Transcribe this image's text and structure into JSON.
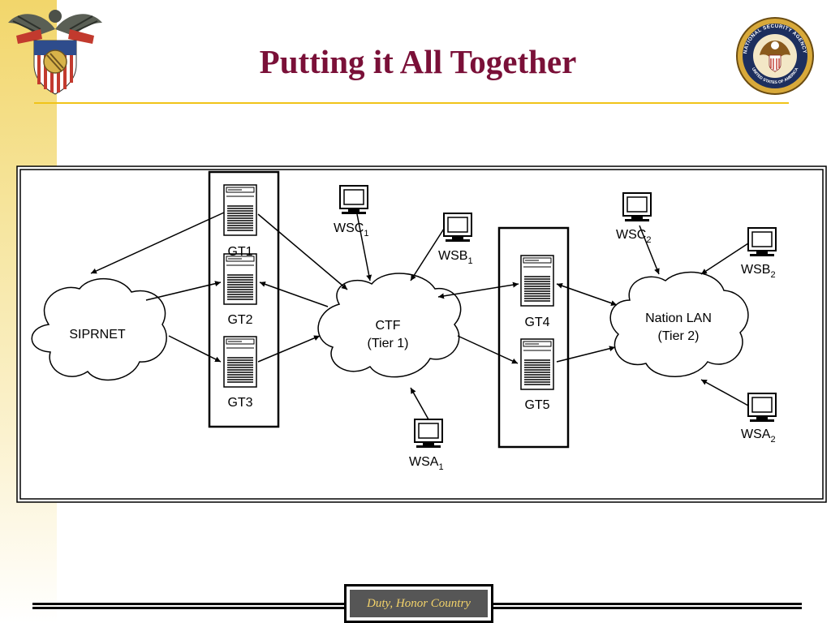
{
  "slide": {
    "title": "Putting it All Together",
    "accent_color": "#7a1038",
    "rule_color": "#f0c419"
  },
  "logos": {
    "left": {
      "icon": "west-point-crest-icon"
    },
    "right": {
      "icon": "nsa-seal-icon",
      "text": "NATIONAL SECURITY AGENCY · UNITED STATES OF AMERICA"
    }
  },
  "diagram": {
    "clouds": {
      "siprnet": "SIPRNET",
      "ctf_line1": "CTF",
      "ctf_line2": "(Tier 1)",
      "nation_line1": "Nation LAN",
      "nation_line2": "(Tier 2)"
    },
    "servers": {
      "gt1": "GT1",
      "gt2": "GT2",
      "gt3": "GT3",
      "gt4": "GT4",
      "gt5": "GT5"
    },
    "workstations": {
      "wsc1": {
        "name": "WSC",
        "sub": "1"
      },
      "wsb1": {
        "name": "WSB",
        "sub": "1"
      },
      "wsa1": {
        "name": "WSA",
        "sub": "1"
      },
      "wsc2": {
        "name": "WSC",
        "sub": "2"
      },
      "wsb2": {
        "name": "WSB",
        "sub": "2"
      },
      "wsa2": {
        "name": "WSA",
        "sub": "2"
      }
    }
  },
  "footer": {
    "motto": "Duty, Honor Country"
  }
}
